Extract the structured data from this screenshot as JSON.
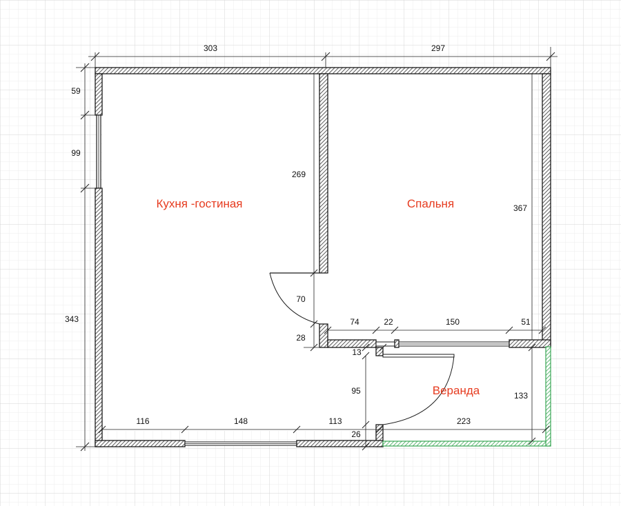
{
  "rooms": {
    "kitchen_living": "Кухня -гостиная",
    "bedroom": "Спальня",
    "veranda": "Веранда"
  },
  "dimensions": {
    "top_left": "303",
    "top_right": "297",
    "left_top": "59",
    "left_window": "99",
    "left_bottom": "343",
    "partition": "269",
    "bedroom_height": "367",
    "door_opening": "70",
    "partition_stub": "28",
    "wall_segment_a": "74",
    "wall_segment_b": "22",
    "wall_segment_c": "150",
    "wall_segment_d": "51",
    "veranda_gap": "13",
    "veranda_door": "95",
    "veranda_height": "133",
    "bottom_a": "116",
    "bottom_b": "148",
    "bottom_c": "113",
    "bottom_stub": "26",
    "veranda_width": "223"
  },
  "colors": {
    "room_label": "#e63b1f",
    "veranda_wall": "#3aa655",
    "grid_fine": "#ececec",
    "grid_major": "#d6d6d6",
    "wall_outline": "#1a1a1a"
  }
}
